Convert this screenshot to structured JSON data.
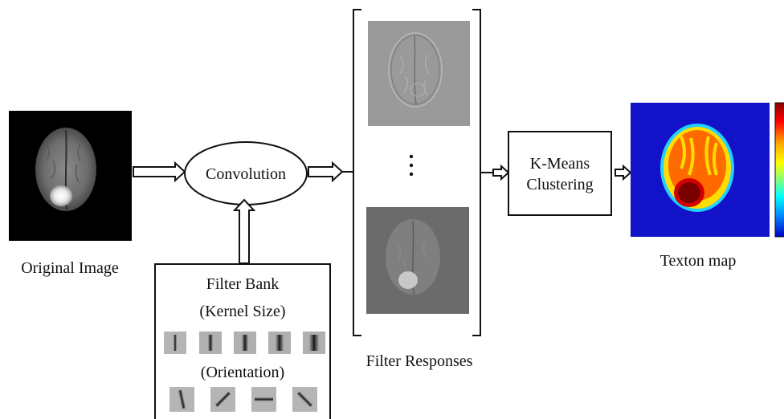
{
  "labels": {
    "original_image": "Original Image",
    "convolution": "Convolution",
    "filter_bank": "Filter Bank",
    "kernel_size": "(Kernel Size)",
    "orientation": "(Orientation)",
    "filter_responses": "Filter Responses",
    "kmeans_line1": "K-Means",
    "kmeans_line2": "Clustering",
    "texton_map": "Texton map"
  },
  "colors": {
    "line": "#111111",
    "kernel_bg": "#b5b5b5",
    "response_top_bg": "#9a9a9a",
    "response_bottom_bg": "#6b6b6b",
    "texton_bg": "#1212c8",
    "colorbar": [
      "#8b0000",
      "#ff0000",
      "#ffa500",
      "#ffff00",
      "#7fff7f",
      "#00ffff",
      "#0080ff",
      "#0000c0"
    ]
  },
  "filter_bank": {
    "kernel_size_count": 5,
    "orientation_angles_deg": [
      80,
      -45,
      0,
      45
    ]
  }
}
